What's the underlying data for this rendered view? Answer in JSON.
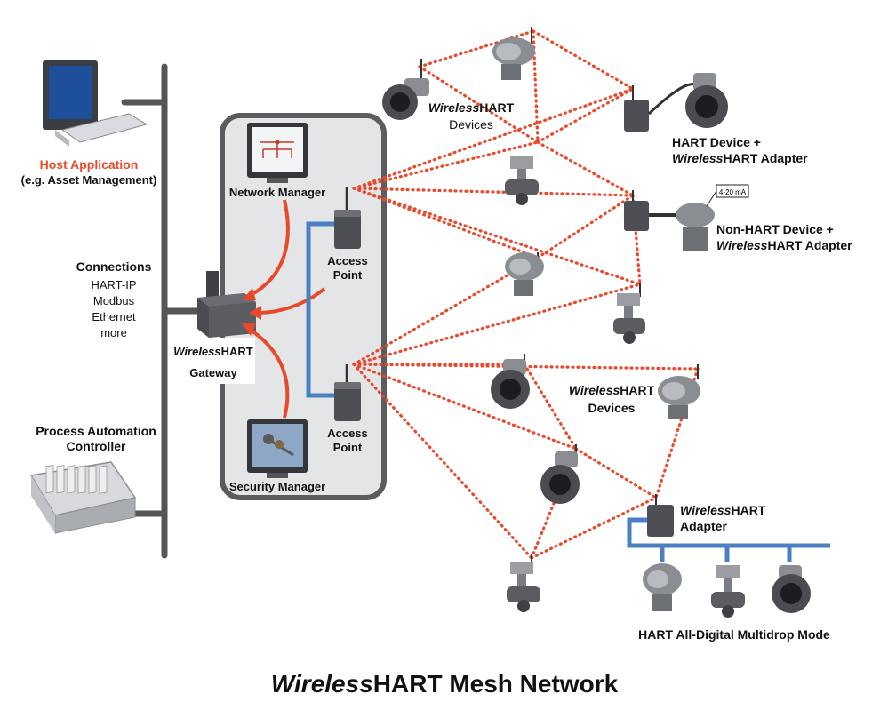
{
  "title": {
    "italic": "Wireless",
    "rest": "HART Mesh Network"
  },
  "host": {
    "name": "Host Application",
    "sub": "(e.g. Asset Management)"
  },
  "connections": {
    "heading": "Connections",
    "items": [
      "HART-IP",
      "Modbus",
      "Ethernet",
      "more"
    ]
  },
  "controller": {
    "line1": "Process Automation",
    "line2": "Controller"
  },
  "network_manager": "Network Manager",
  "security_manager": "Security Manager",
  "gateway": {
    "italic": "Wireless",
    "rest": "HART",
    "line2": "Gateway"
  },
  "access_point": {
    "line1": "Access",
    "line2": "Point"
  },
  "wh_devices_top": {
    "italic": "Wireless",
    "rest": "HART",
    "line2": "Devices"
  },
  "wh_devices_mid": {
    "italic": "Wireless",
    "rest": "HART",
    "line2": "Devices"
  },
  "hart_adapter": {
    "line1": "HART Device +",
    "italic": "Wireless",
    "rest": "HART Adapter"
  },
  "nonhart_adapter": {
    "line1": "Non-HART Device +",
    "italic": "Wireless",
    "rest": "HART Adapter"
  },
  "signal_box": "4-20 mA",
  "wh_adapter": {
    "italic": "Wireless",
    "rest": "HART",
    "line2": "Adapter"
  },
  "multidrop": "HART All-Digital Multidrop Mode",
  "colors": {
    "mesh": "#e8492a",
    "bus": "#555555",
    "wired": "#4a7fc1",
    "accent": "#e8492a"
  }
}
